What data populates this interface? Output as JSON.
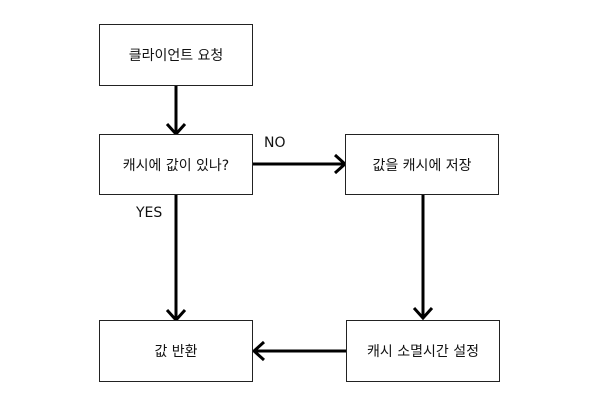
{
  "nodes": {
    "client_request": "클라이언트 요청",
    "cache_check": "캐시에 값이 있나?",
    "store_cache": "값을 캐시에 저장",
    "return_value": "값 반환",
    "set_ttl": "캐시 소멸시간 설정"
  },
  "edges": {
    "no_label": "NO",
    "yes_label": "YES"
  }
}
